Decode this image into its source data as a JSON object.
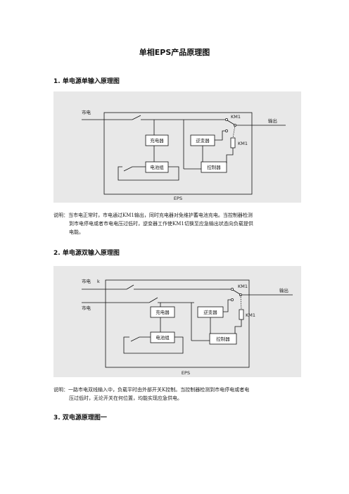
{
  "document": {
    "title": "单相EPS产品原理图"
  },
  "sections": [
    {
      "heading": "1. 单电源单输入原理图",
      "diagram": {
        "mains_label": "市电",
        "output_label": "输出",
        "relay_label": "KM1",
        "relay_coil_label": "KM1",
        "charger_label": "充电器",
        "inverter_label": "逆变器",
        "battery_label": "电池组",
        "controller_label": "控制器",
        "eps_label": "EPS"
      },
      "caption_lines": [
        "说明：当市电正常时，市电通过KM1输出，同时充电器对免维护蓄电池充电。当控制器检测",
        "到市电停电或者市电电压过低时，逆变器工作使KM1切换至应急输出状态向负载提供",
        "电能。"
      ]
    },
    {
      "heading": "2. 单电源双输入原理图",
      "diagram": {
        "mains_label_1": "市电",
        "switch_label": "k",
        "mains_label_2": "市电",
        "output_label": "输出",
        "relay_label": "KM1",
        "relay_coil_label": "KM1",
        "charger_label": "充电器",
        "inverter_label": "逆变器",
        "battery_label": "电池组",
        "controller_label": "控制器",
        "eps_label": "EPS"
      },
      "caption_lines": [
        "说明：一路市电双线输入中，负载平时由外部开关K控制。当控制器检测到市电停电或者电",
        "压过低时，无论开关在何位置，均能实现应急供电。"
      ]
    },
    {
      "heading": "3. 双电源原理图一"
    }
  ]
}
